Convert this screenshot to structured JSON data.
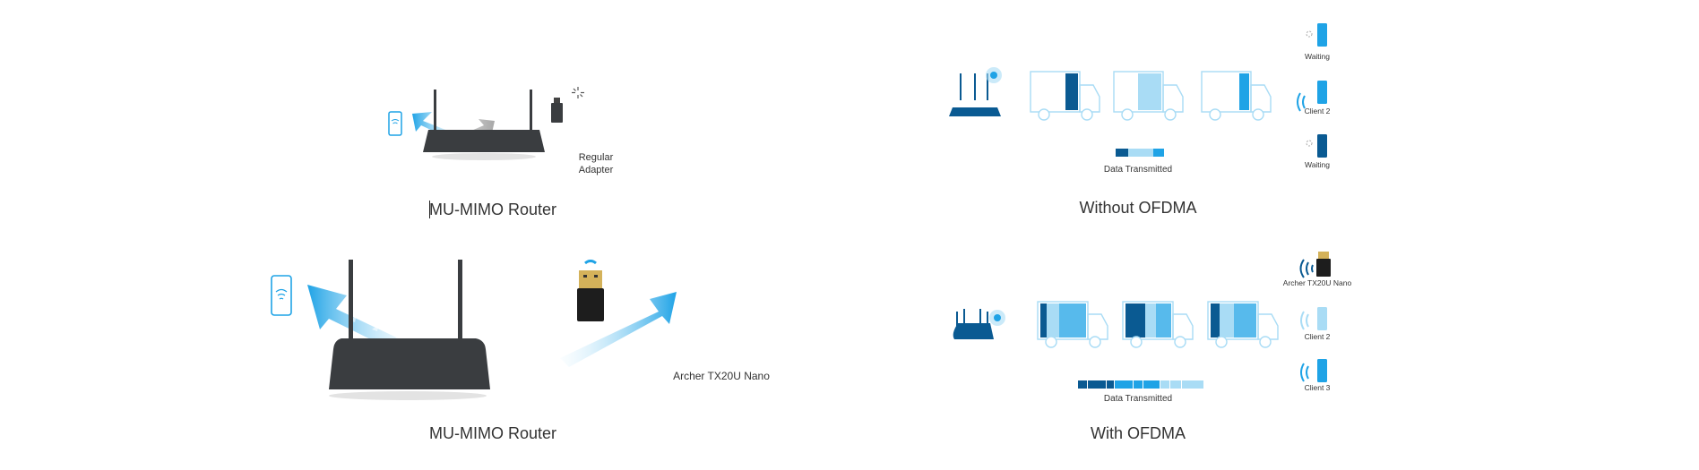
{
  "mu_mimo_top": {
    "caption": "MU-MIMO Router",
    "adapter_label_line1": "Regular",
    "adapter_label_line2": "Adapter"
  },
  "mu_mimo_bottom": {
    "caption": "MU-MIMO Router",
    "adapter_label": "Archer TX20U Nano"
  },
  "without_ofdma": {
    "caption": "Without OFDMA",
    "data_label": "Data Transmitted",
    "clients": [
      "Waiting",
      "Client 2",
      "Waiting"
    ]
  },
  "with_ofdma": {
    "caption": "With OFDMA",
    "data_label": "Data Transmitted",
    "clients": [
      "Archer TX20U Nano",
      "Client 2",
      "Client 3"
    ]
  },
  "colors": {
    "dark_blue": "#0a5a92",
    "mid_blue": "#1fa3e6",
    "light_blue": "#a9dcf5",
    "router_dark": "#3a3d40"
  }
}
